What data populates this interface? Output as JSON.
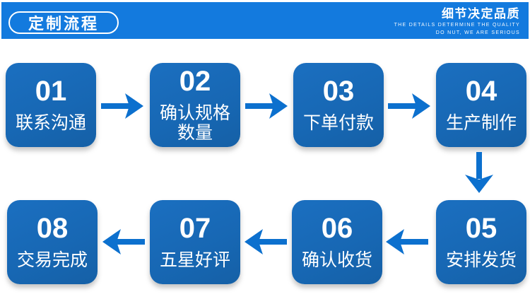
{
  "header": {
    "title": "定制流程",
    "slogan_cn": "细节决定品质",
    "slogan_en_line1": "THE DETAILS DETERMINE THE QUALITY",
    "slogan_en_line2": "DO NUT, WE ARE SERIOUS"
  },
  "steps": [
    {
      "number": "01",
      "label": "联系沟通"
    },
    {
      "number": "02",
      "label": "确认规格数量"
    },
    {
      "number": "03",
      "label": "下单付款"
    },
    {
      "number": "04",
      "label": "生产制作"
    },
    {
      "number": "05",
      "label": "安排发货"
    },
    {
      "number": "06",
      "label": "确认收货"
    },
    {
      "number": "07",
      "label": "五星好评"
    },
    {
      "number": "08",
      "label": "交易完成"
    }
  ],
  "colors": {
    "header_bg": "#137ade",
    "box_bg": "#1767b3",
    "arrow": "#0c70ce",
    "text": "#ffffff"
  }
}
